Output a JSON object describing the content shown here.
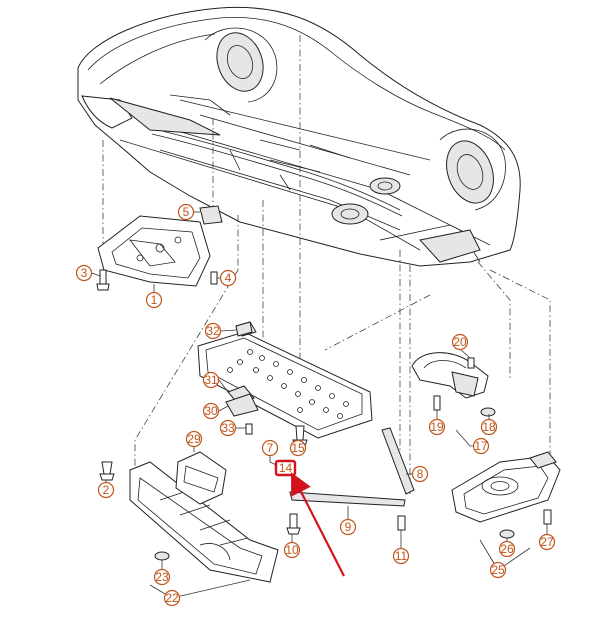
{
  "callouts": [
    {
      "id": "1",
      "label": "1"
    },
    {
      "id": "2",
      "label": "2"
    },
    {
      "id": "3",
      "label": "3"
    },
    {
      "id": "4",
      "label": "4"
    },
    {
      "id": "5",
      "label": "5"
    },
    {
      "id": "7",
      "label": "7"
    },
    {
      "id": "8",
      "label": "8"
    },
    {
      "id": "9",
      "label": "9"
    },
    {
      "id": "10",
      "label": "10"
    },
    {
      "id": "11",
      "label": "11"
    },
    {
      "id": "14",
      "label": "14"
    },
    {
      "id": "15",
      "label": "15"
    },
    {
      "id": "17",
      "label": "17"
    },
    {
      "id": "18",
      "label": "18"
    },
    {
      "id": "19",
      "label": "19"
    },
    {
      "id": "20",
      "label": "20"
    },
    {
      "id": "22",
      "label": "22"
    },
    {
      "id": "23",
      "label": "23"
    },
    {
      "id": "25",
      "label": "25"
    },
    {
      "id": "26",
      "label": "26"
    },
    {
      "id": "27",
      "label": "27"
    },
    {
      "id": "29",
      "label": "29"
    },
    {
      "id": "30",
      "label": "30"
    },
    {
      "id": "31",
      "label": "31"
    },
    {
      "id": "32",
      "label": "32"
    },
    {
      "id": "33",
      "label": "33"
    }
  ],
  "highlight": {
    "part": "14",
    "color": "#d4141c"
  },
  "colors": {
    "callout": "#c0561b",
    "arrow": "#d4141c",
    "line": "#222222"
  }
}
